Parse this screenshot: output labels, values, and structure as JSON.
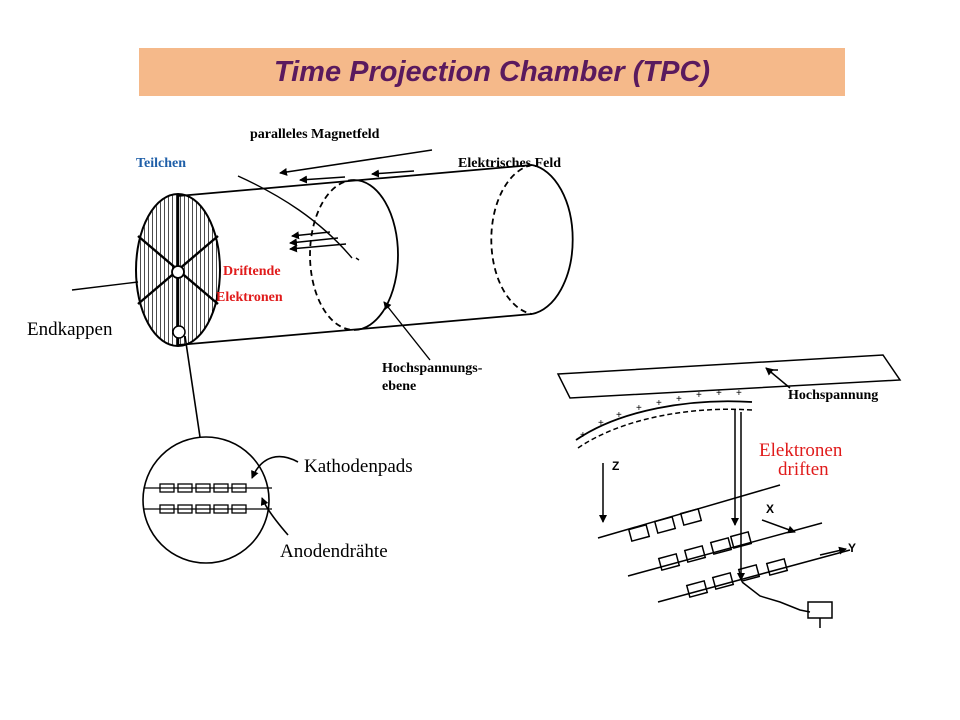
{
  "title": "Time Projection Chamber (TPC)",
  "colors": {
    "title_bg": "#f5b98a",
    "title_text": "#5a1a5e",
    "particle_label": "#1f5fa8",
    "electrons_label": "#e01b1b"
  },
  "labels": {
    "magnetfeld": "paralleles Magnetfeld",
    "teilchen": "Teilchen",
    "elektrisches_feld": "Elektrisches Feld",
    "driftende": "Driftende",
    "elektronen": "Elektronen",
    "endkappen": "Endkappen",
    "hochspannungs": "Hochspannungs-",
    "ebene": "ebene",
    "hochspannung": "Hochspannung",
    "elektronen_driften_1": "Elektronen",
    "elektronen_driften_2": "driften",
    "kathodenpads": "Kathodenpads",
    "anodendraehte": "Anodendrähte",
    "axis_z": "Z",
    "axis_x": "X",
    "axis_y": "Y"
  }
}
